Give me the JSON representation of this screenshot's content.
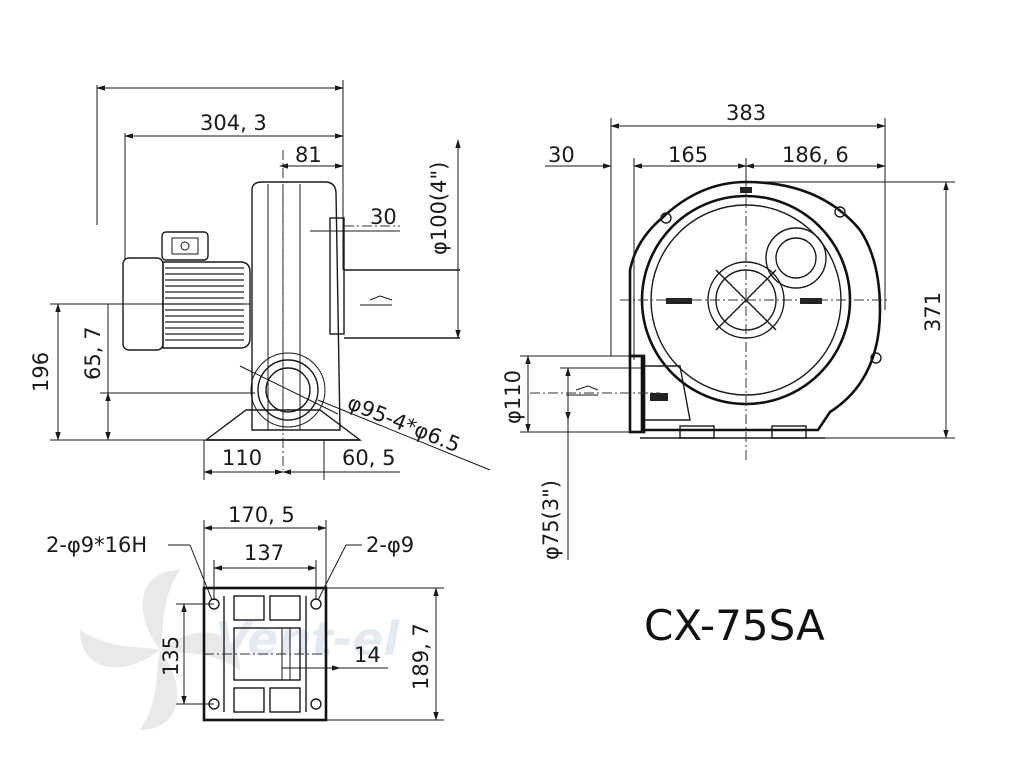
{
  "model": "CX-75SA",
  "side_view": {
    "overall_length": "304, 3",
    "motor_offset": "81",
    "outlet_offset": "30",
    "outlet_diameter": "φ100(4\")",
    "total_height": "196",
    "inlet_height": "65, 7",
    "base_left": "110",
    "base_right": "60, 5",
    "flange": "φ95-4*φ6.5"
  },
  "front_view": {
    "overall_width": "383",
    "left_offset": "30",
    "left_width": "165",
    "right_width": "186, 6",
    "height": "371",
    "outlet_outer": "φ110",
    "outlet_inner": "φ75(3\")"
  },
  "base_view": {
    "width_outer": "170, 5",
    "width_inner": "137",
    "slot_holes": "2-φ9*16H",
    "round_holes": "2-φ9",
    "depth_inner": "135",
    "depth_outer": "189, 7",
    "hole_spacing": "14"
  },
  "watermark": "Vent-el"
}
